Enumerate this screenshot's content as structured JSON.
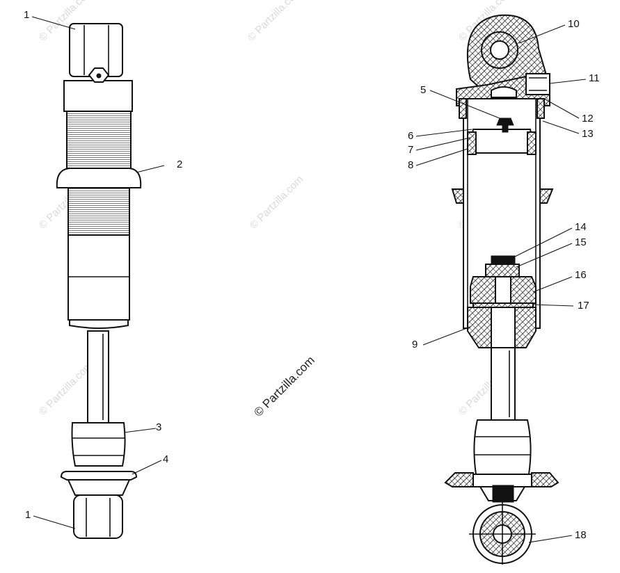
{
  "callouts": [
    {
      "id": "c1a",
      "label": "1"
    },
    {
      "id": "c2",
      "label": "2"
    },
    {
      "id": "c3",
      "label": "3"
    },
    {
      "id": "c4",
      "label": "4"
    },
    {
      "id": "c1b",
      "label": "1"
    },
    {
      "id": "c10",
      "label": "10"
    },
    {
      "id": "c11",
      "label": "11"
    },
    {
      "id": "c12",
      "label": "12"
    },
    {
      "id": "c13",
      "label": "13"
    },
    {
      "id": "c5",
      "label": "5"
    },
    {
      "id": "c6",
      "label": "6"
    },
    {
      "id": "c7",
      "label": "7"
    },
    {
      "id": "c8",
      "label": "8"
    },
    {
      "id": "c14",
      "label": "14"
    },
    {
      "id": "c15",
      "label": "15"
    },
    {
      "id": "c16",
      "label": "16"
    },
    {
      "id": "c17",
      "label": "17"
    },
    {
      "id": "c9",
      "label": "9"
    },
    {
      "id": "c18",
      "label": "18"
    }
  ],
  "watermark": {
    "main": "© Partzilla.com",
    "faint": "© Partzilla.com"
  }
}
